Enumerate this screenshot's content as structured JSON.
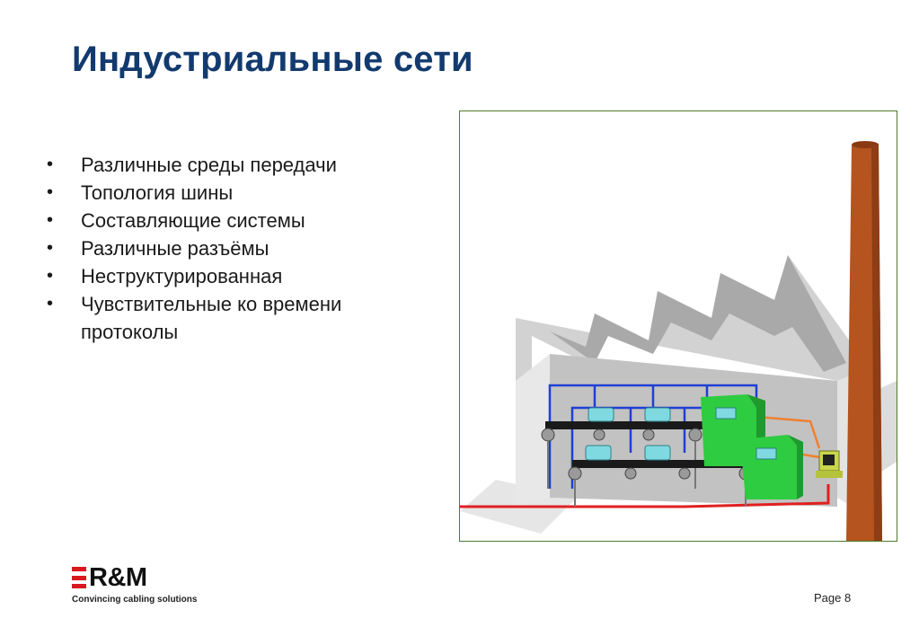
{
  "slide": {
    "title": "Индустриальные сети",
    "bullets": [
      "Различные среды передачи",
      "Топология шины",
      "Составляющие системы",
      "Различные разъёмы",
      "Неструктурированная",
      "Чувствительные ко времени протоколы"
    ],
    "bullet_symbol": "•"
  },
  "logo": {
    "brand": "R&M",
    "tagline": "Convincing cabling solutions",
    "accent_color": "#d71920"
  },
  "footer": {
    "page_label": "Page 8"
  },
  "colors": {
    "title": "#123a6e",
    "frame_border": "#4f7a2c",
    "chimney": "#b5541f",
    "machine_green": "#2ecc40",
    "network_blue": "#1f3fd6",
    "ethernet_red": "#e02020",
    "serial_orange": "#f08030"
  }
}
